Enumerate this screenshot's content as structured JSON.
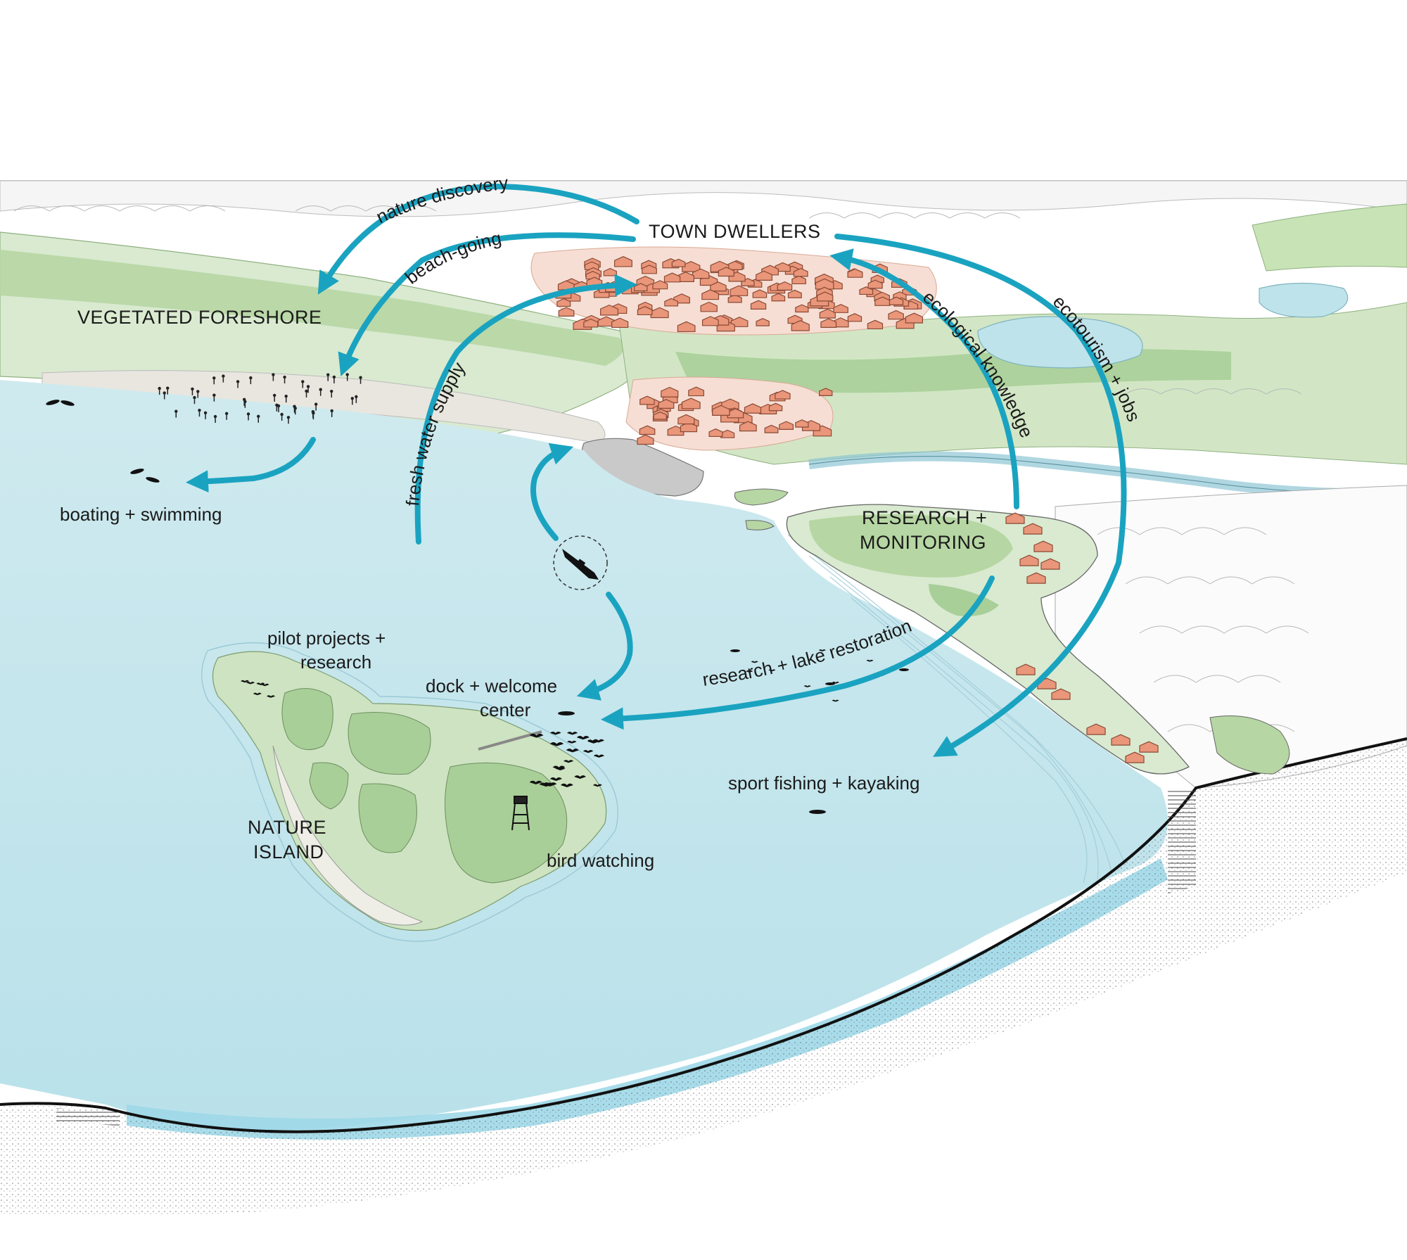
{
  "colors": {
    "flow_arrow": "#1aa3c0",
    "water": "#c9e7ec",
    "deep_water": "#9fd8e8",
    "vegetation_light": "#d9ead0",
    "vegetation_mid": "#b6d6a3",
    "vegetation_dark": "#92bd85",
    "town_houses": "#e9967a",
    "town_ground": "#f6ded4",
    "sand": "#e8e6df"
  },
  "labels": {
    "town_dwellers": "TOWN DWELLERS",
    "vegetated_foreshore": "VEGETATED FORESHORE",
    "research_monitoring_line1": "RESEARCH +",
    "research_monitoring_line2": "MONITORING",
    "nature_island_line1": "NATURE",
    "nature_island_line2": "ISLAND",
    "boating_swimming": "boating + swimming",
    "pilot_projects_line1": "pilot projects +",
    "pilot_projects_line2": "research",
    "dock_welcome_line1": "dock + welcome",
    "dock_welcome_line2": "center",
    "bird_watching": "bird watching",
    "sport_fishing_kayaking": "sport fishing + kayaking"
  },
  "flows": {
    "nature_discovery": "nature discovery",
    "beach_going": "beach-going",
    "fresh_water_supply": "fresh water supply",
    "ecological_knowledge": "ecological knowledge",
    "ecotourism_jobs": "ecotourism + jobs",
    "research_lake_restoration": "research + lake restoration"
  },
  "icons": {
    "boat": "boat-icon",
    "observation_tower": "watchtower-icon",
    "birds": "bird-flock-icon",
    "kayak": "kayak-icon"
  }
}
